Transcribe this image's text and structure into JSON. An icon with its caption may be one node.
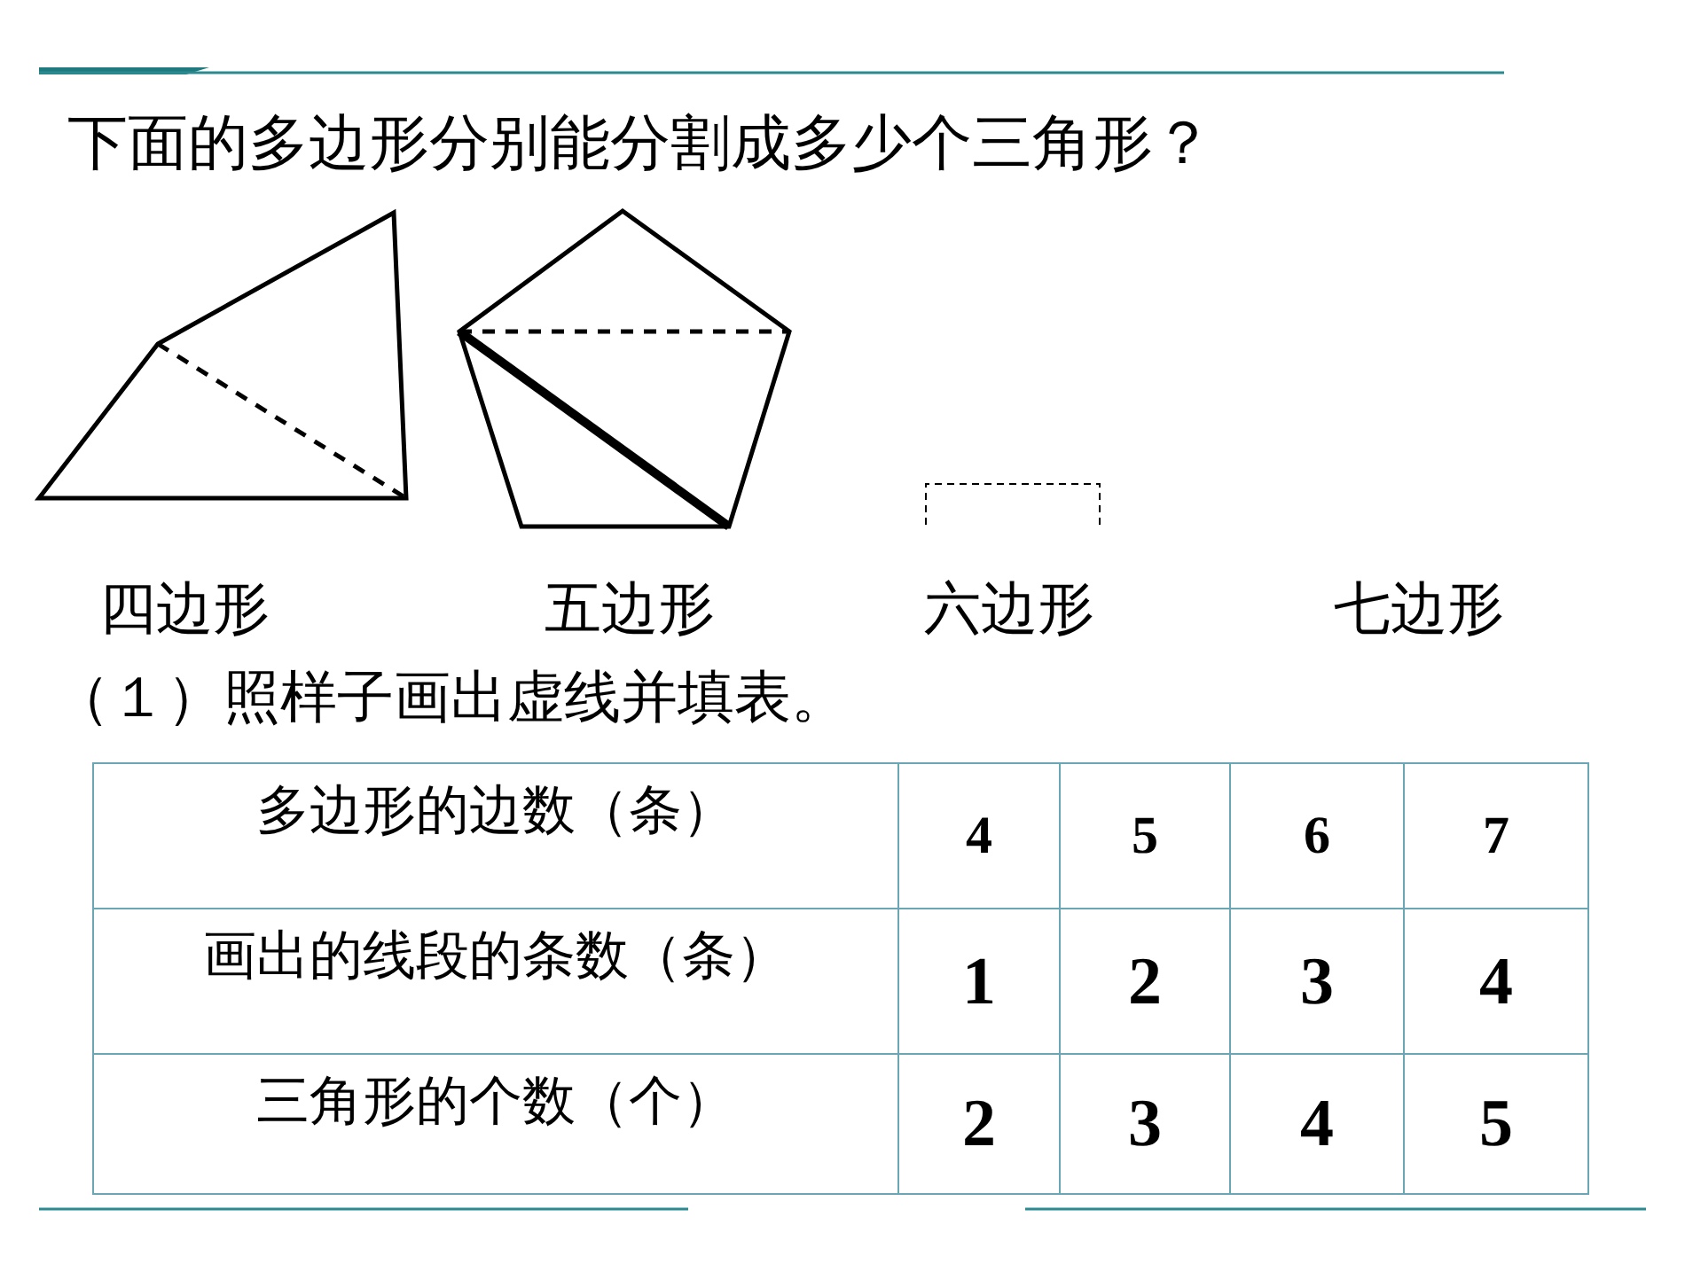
{
  "diagram": {
    "title": "下面的多边形分别能分割成多少个三角形？",
    "labels": [
      "四边形",
      "五边形",
      "六边形",
      "七边形",
      "（１）照样子画出虚线并填表。",
      "多边形的边数（条）",
      "4",
      "5",
      "6",
      "7",
      "画出的线段的条数（条）",
      "1",
      "2",
      "3",
      "4",
      "三角形的个数（个）",
      "2",
      "3",
      "4",
      "5"
    ]
  }
}
